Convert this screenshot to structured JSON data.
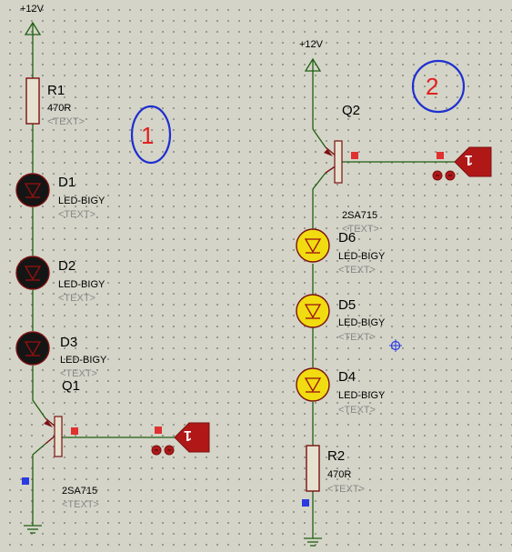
{
  "power": {
    "label": "+12V"
  },
  "circuit1": {
    "number": "1",
    "r1": {
      "name": "R1",
      "value": "470R",
      "text": "<TEXT>"
    },
    "d1": {
      "name": "D1",
      "value": "LED-BIGY",
      "text": "<TEXT>"
    },
    "d2": {
      "name": "D2",
      "value": "LED-BIGY",
      "text": "<TEXT>"
    },
    "d3": {
      "name": "D3",
      "value": "LED-BIGY",
      "text": "<TEXT>"
    },
    "q1": {
      "name": "Q1",
      "value": "2SA715",
      "text": "<TEXT>"
    }
  },
  "circuit2": {
    "number": "2",
    "q2": {
      "name": "Q2",
      "value": "2SA715",
      "text": "<TEXT>"
    },
    "d6": {
      "name": "D6",
      "value": "LED-BIGY",
      "text": "<TEXT>"
    },
    "d5": {
      "name": "D5",
      "value": "LED-BIGY",
      "text": "<TEXT>"
    },
    "d4": {
      "name": "D4",
      "value": "LED-BIGY",
      "text": "<TEXT>"
    },
    "r2": {
      "name": "R2",
      "value": "470R",
      "text": "<TEXT>"
    }
  },
  "logic_terminal": {
    "state": "1"
  },
  "colors": {
    "wire": "#1e5f10",
    "component": "#7a1010",
    "led_on": "#f0dc10",
    "led_off": "#151515",
    "annotation_circle": "#1e2fd0",
    "annotation_number": "#e02020"
  }
}
